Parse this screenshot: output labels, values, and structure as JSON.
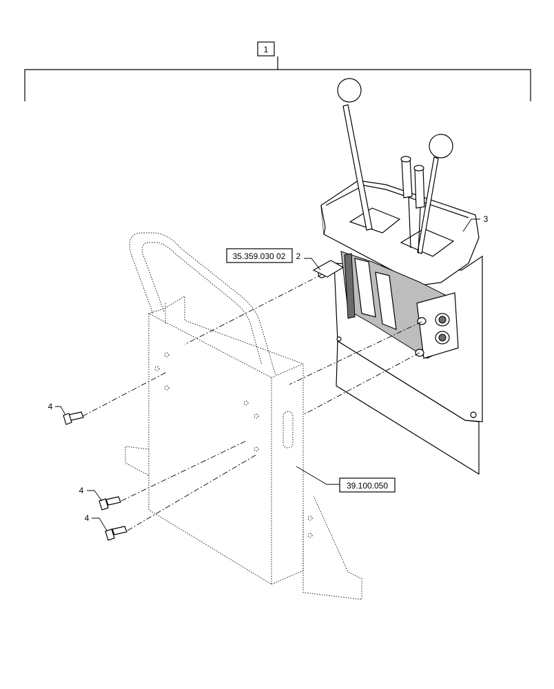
{
  "assembly": {
    "item_number": "1"
  },
  "callouts": {
    "valve": "2",
    "mount_plate": "3",
    "bolt_a": "4",
    "bolt_b": "4",
    "bolt_c": "4"
  },
  "references": {
    "valve_ref": "35.359.030 02",
    "frame_ref": "39.100.050"
  }
}
